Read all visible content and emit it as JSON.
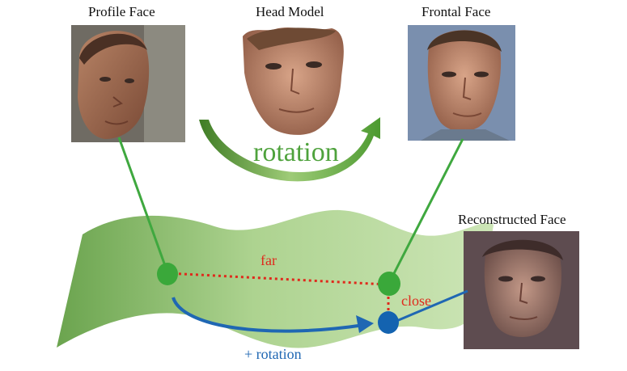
{
  "captions": {
    "profile_face": "Profile Face",
    "head_model": "Head Model",
    "frontal_face": "Frontal Face",
    "reconstructed_face": "Reconstructed Face"
  },
  "labels": {
    "rotation": "rotation",
    "far": "far",
    "close": "close",
    "plus_rotation": "+ rotation"
  },
  "colors": {
    "manifold": "#7fb55f",
    "green_point": "#3aa83a",
    "blue_point": "#1463b0",
    "far_line": "#e0291c",
    "rotation_arrow": "#4f8f2f"
  }
}
